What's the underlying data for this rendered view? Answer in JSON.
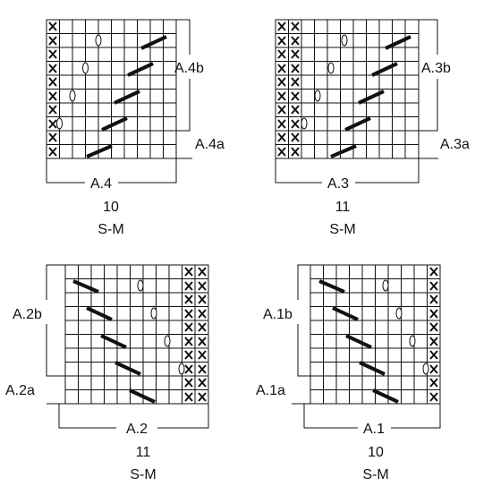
{
  "charts": [
    {
      "id": "A.4",
      "label": "A.4",
      "sub_a": "A.4a",
      "sub_b": "A.4b",
      "stitches": "10",
      "size": "S-M"
    },
    {
      "id": "A.3",
      "label": "A.3",
      "sub_a": "A.3a",
      "sub_b": "A.3b",
      "stitches": "11",
      "size": "S-M"
    },
    {
      "id": "A.2",
      "label": "A.2",
      "sub_a": "A.2a",
      "sub_b": "A.2b",
      "stitches": "11",
      "size": "S-M"
    },
    {
      "id": "A.1",
      "label": "A.1",
      "sub_a": "A.1a",
      "sub_b": "A.1b",
      "stitches": "10",
      "size": "S-M"
    }
  ],
  "symbols": {
    "cross": "knit-cross-symbol",
    "eyelet": "yarn-over-eyelet-symbol",
    "slash": "decrease-slash-symbol"
  }
}
